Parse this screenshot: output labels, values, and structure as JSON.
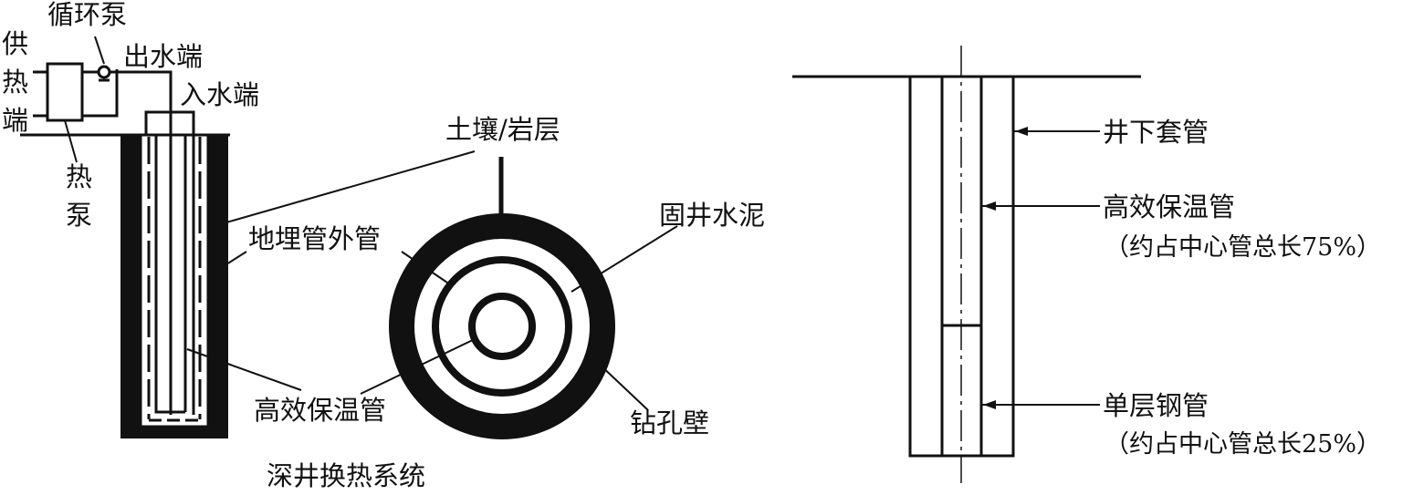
{
  "labels": {
    "circulation_pump": "循环泵",
    "heat_supply_1": "供",
    "heat_supply_2": "热",
    "heat_supply_3": "端",
    "outlet": "出水端",
    "inlet": "入水端",
    "heat_pump_1": "热",
    "heat_pump_2": "泵",
    "soil_rock": "土壤/岩层",
    "outer_pipe": "地埋管外管",
    "cement": "固井水泥",
    "insulated_pipe_left": "高效保温管",
    "borehole_wall": "钻孔壁",
    "system_caption": "深井换热系统",
    "casing": "井下套管",
    "insulated_pipe_right": "高效保温管",
    "insulated_note": "（约占中心管总长75%）",
    "steel_pipe": "单层钢管",
    "steel_note": "（约占中心管总长25%）"
  },
  "colors": {
    "line": "#111111",
    "background": "#ffffff"
  }
}
